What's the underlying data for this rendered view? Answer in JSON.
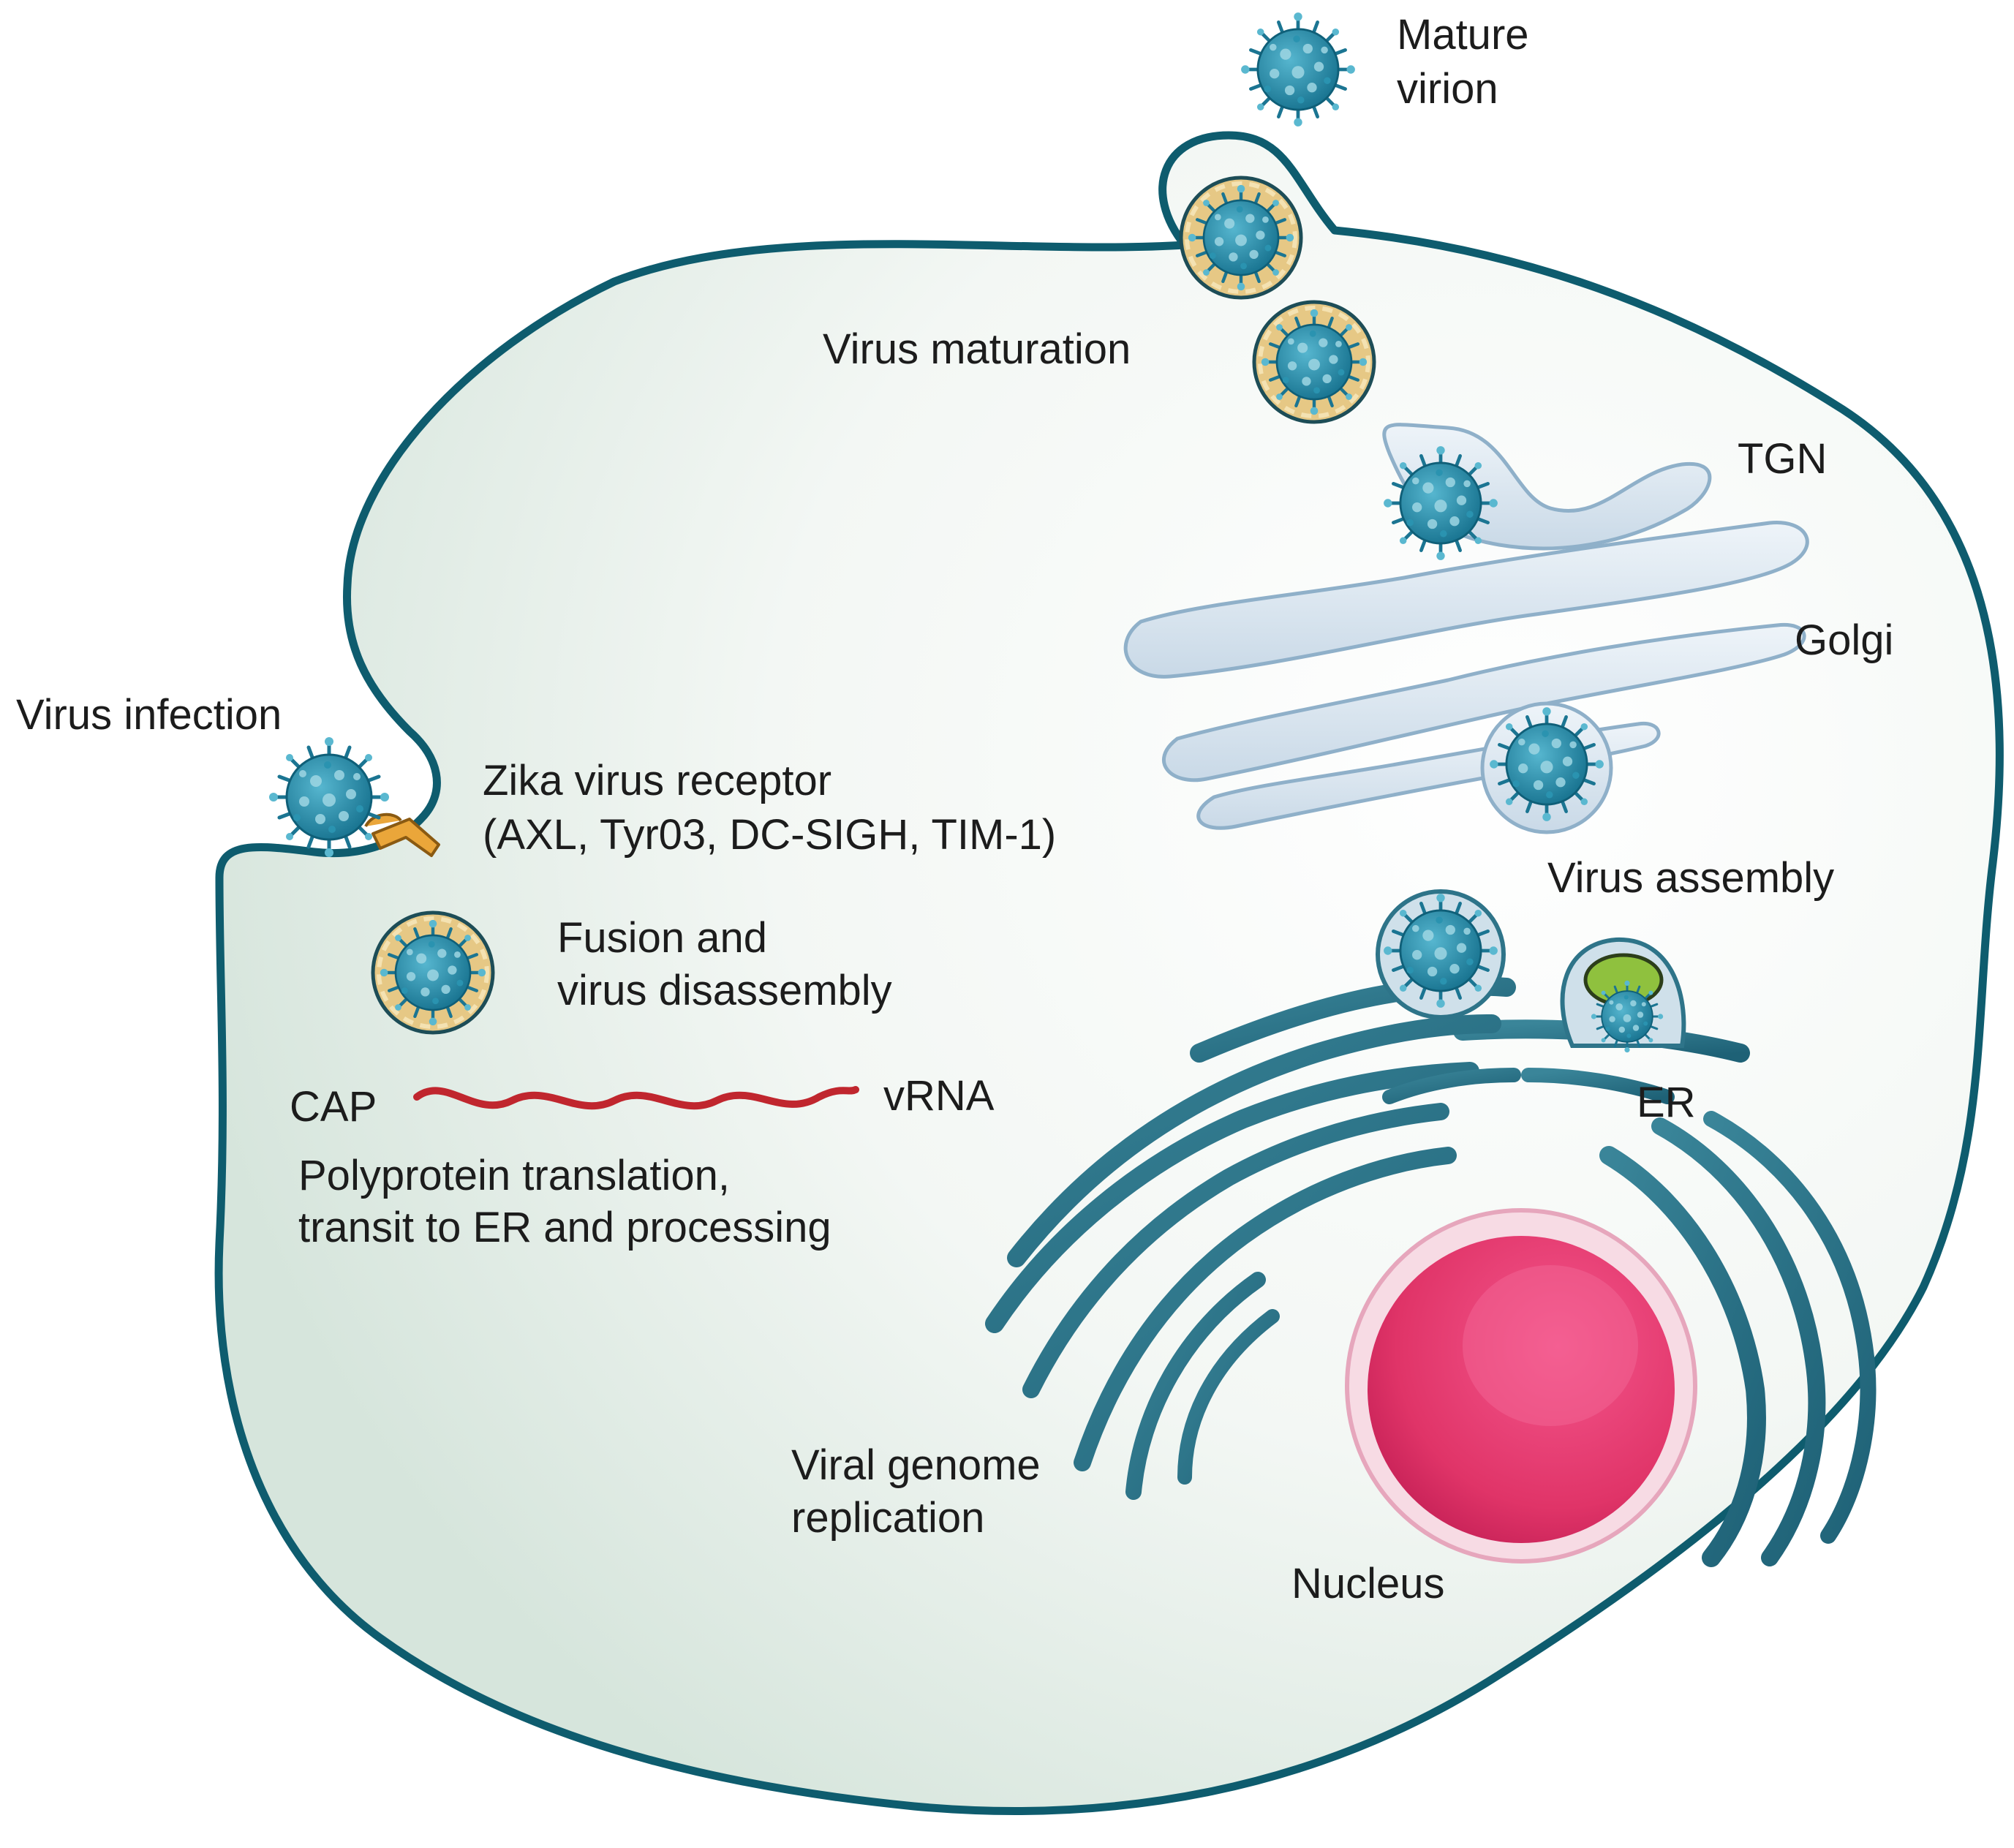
{
  "labels": {
    "mature_virion": [
      "Mature",
      "virion"
    ],
    "virus_maturation": "Virus maturation",
    "tgn": "TGN",
    "golgi": "Golgi",
    "virus_infection": "Virus infection",
    "receptor": [
      "Zika virus receptor",
      "(AXL, Tyr03, DC-SIGH, TIM-1)"
    ],
    "virus_assembly": "Virus assembly",
    "fusion": [
      "Fusion and",
      "virus disassembly"
    ],
    "cap": "CAP",
    "vrna": "vRNA",
    "er": "ER",
    "polyprotein": [
      "Polyprotein translation,",
      "transit to ER and processing"
    ],
    "replication": [
      "Viral genome",
      "replication"
    ],
    "nucleus": "Nucleus"
  },
  "colors": {
    "membrane": "#0e5c6e",
    "cytoplasm": "#edf3ef",
    "virion": "#1f8aa8",
    "envelope": "#e3c27a",
    "golgi": "#dfe9f2",
    "er": "#2e7489",
    "nucleus": "#e83a6e",
    "rna": "#c0262e",
    "receptor": "#eaa63a",
    "vesicle_cargo": "#8fc13e"
  }
}
